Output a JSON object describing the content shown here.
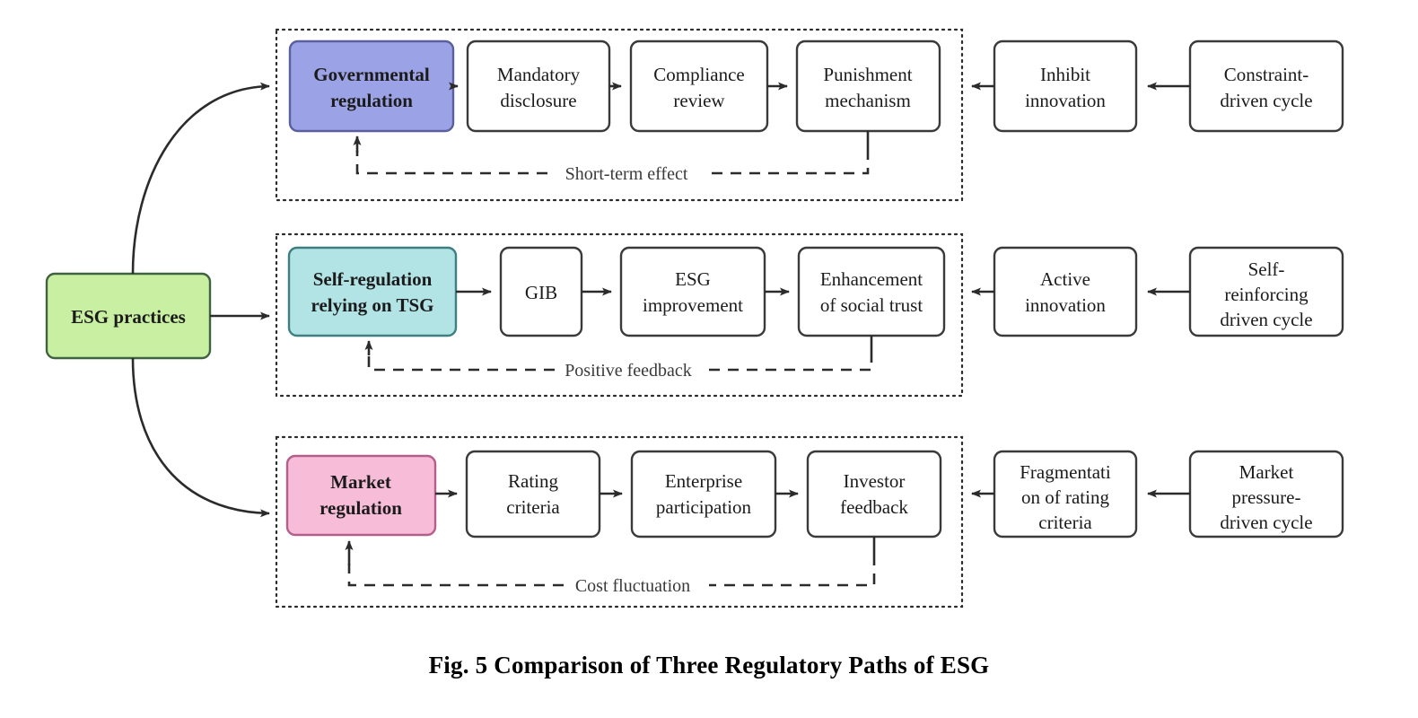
{
  "figure": {
    "caption": "Fig. 5 Comparison of Three Regulatory Paths of ESG"
  },
  "colors": {
    "governmental_fill": "#9ba2e6",
    "governmental_stroke": "#5a5f9e",
    "self_regulation_fill": "#b2e4e6",
    "self_regulation_stroke": "#3f7f82",
    "market_fill": "#f7bcd8",
    "market_stroke": "#b45e8c",
    "source_fill": "#c9efa2",
    "source_stroke": "#3f6340",
    "plain_fill": "#ffffff",
    "plain_stroke": "#3a3a3a",
    "line": "#2b2b2b"
  },
  "source": {
    "label": "ESG practices"
  },
  "rows": [
    {
      "id": "governmental",
      "anchor": {
        "line1": "Governmental",
        "line2": "regulation"
      },
      "chain": [
        {
          "line1": "Mandatory",
          "line2": "disclosure"
        },
        {
          "line1": "Compliance",
          "line2": "review"
        },
        {
          "line1": "Punishment",
          "line2": "mechanism"
        }
      ],
      "feedback_label": "Short-term effect",
      "outcome": {
        "line1": "Inhibit",
        "line2": "innovation"
      },
      "cycle": {
        "line1": "Constraint-",
        "line2": "driven cycle",
        "line3": ""
      }
    },
    {
      "id": "self-regulation",
      "anchor": {
        "line1": "Self-regulation",
        "line2": "relying on TSG"
      },
      "chain": [
        {
          "line1": "GIB",
          "line2": ""
        },
        {
          "line1": "ESG",
          "line2": "improvement"
        },
        {
          "line1": "Enhancement",
          "line2": "of social trust"
        }
      ],
      "feedback_label": "Positive feedback",
      "outcome": {
        "line1": "Active",
        "line2": "innovation"
      },
      "cycle": {
        "line1": "Self-",
        "line2": "reinforcing",
        "line3": "driven cycle"
      }
    },
    {
      "id": "market",
      "anchor": {
        "line1": "Market",
        "line2": "regulation"
      },
      "chain": [
        {
          "line1": "Rating",
          "line2": "criteria"
        },
        {
          "line1": "Enterprise",
          "line2": "participation"
        },
        {
          "line1": "Investor",
          "line2": "feedback"
        }
      ],
      "feedback_label": "Cost fluctuation",
      "outcome": {
        "line1": "Fragmentati",
        "line2": "on of rating",
        "line3": "criteria"
      },
      "cycle": {
        "line1": "Market",
        "line2": "pressure-",
        "line3": "driven cycle"
      }
    }
  ]
}
